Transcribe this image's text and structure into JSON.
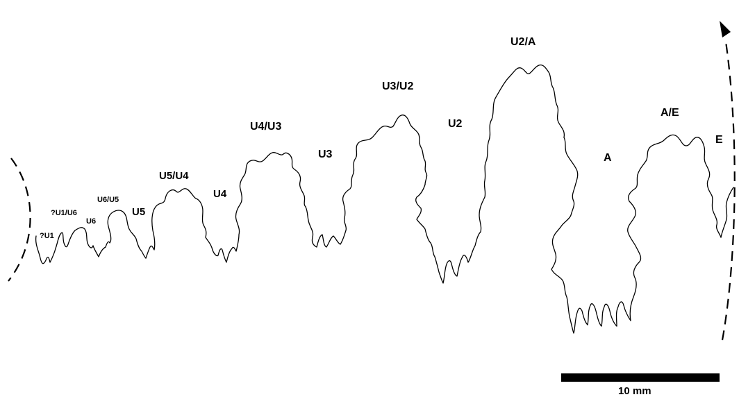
{
  "labels": {
    "u1_q": "?U1",
    "u1_u6_q": "?U1/U6",
    "u6": "U6",
    "u6_u5": "U6/U5",
    "u5": "U5",
    "u5_u4": "U5/U4",
    "u4": "U4",
    "u4_u3": "U4/U3",
    "u3": "U3",
    "u3_u2": "U3/U2",
    "u2": "U2",
    "u2_a": "U2/A",
    "a": "A",
    "a_e": "A/E",
    "e": "E"
  },
  "scale_bar": {
    "label": "10 mm"
  },
  "colors": {
    "ink": "#000000",
    "background": "#ffffff"
  },
  "icons": {
    "direction": "arrowhead-icon"
  }
}
